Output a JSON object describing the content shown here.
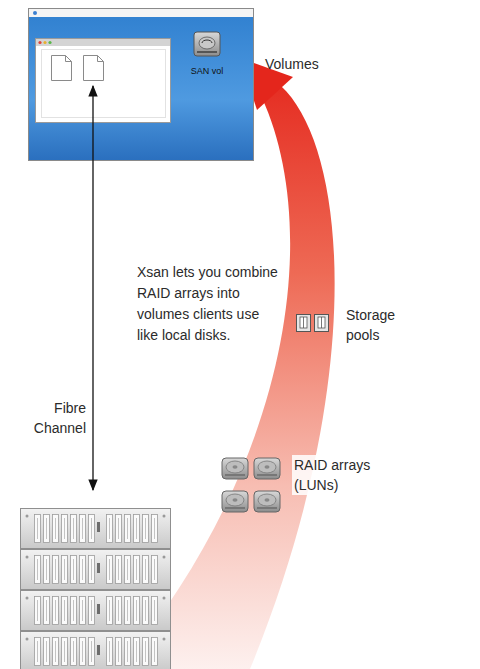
{
  "diagram": {
    "nodes": [
      {
        "text": [
          "SAN vol"
        ]
      }
    ],
    "labels": [
      "Volumes",
      "Fibre Channel",
      "Xsan lets you combine RAID arrays into volumes clients use like local disks.",
      "Storage pools",
      "RAID arrays (LUNs)"
    ]
  }
}
